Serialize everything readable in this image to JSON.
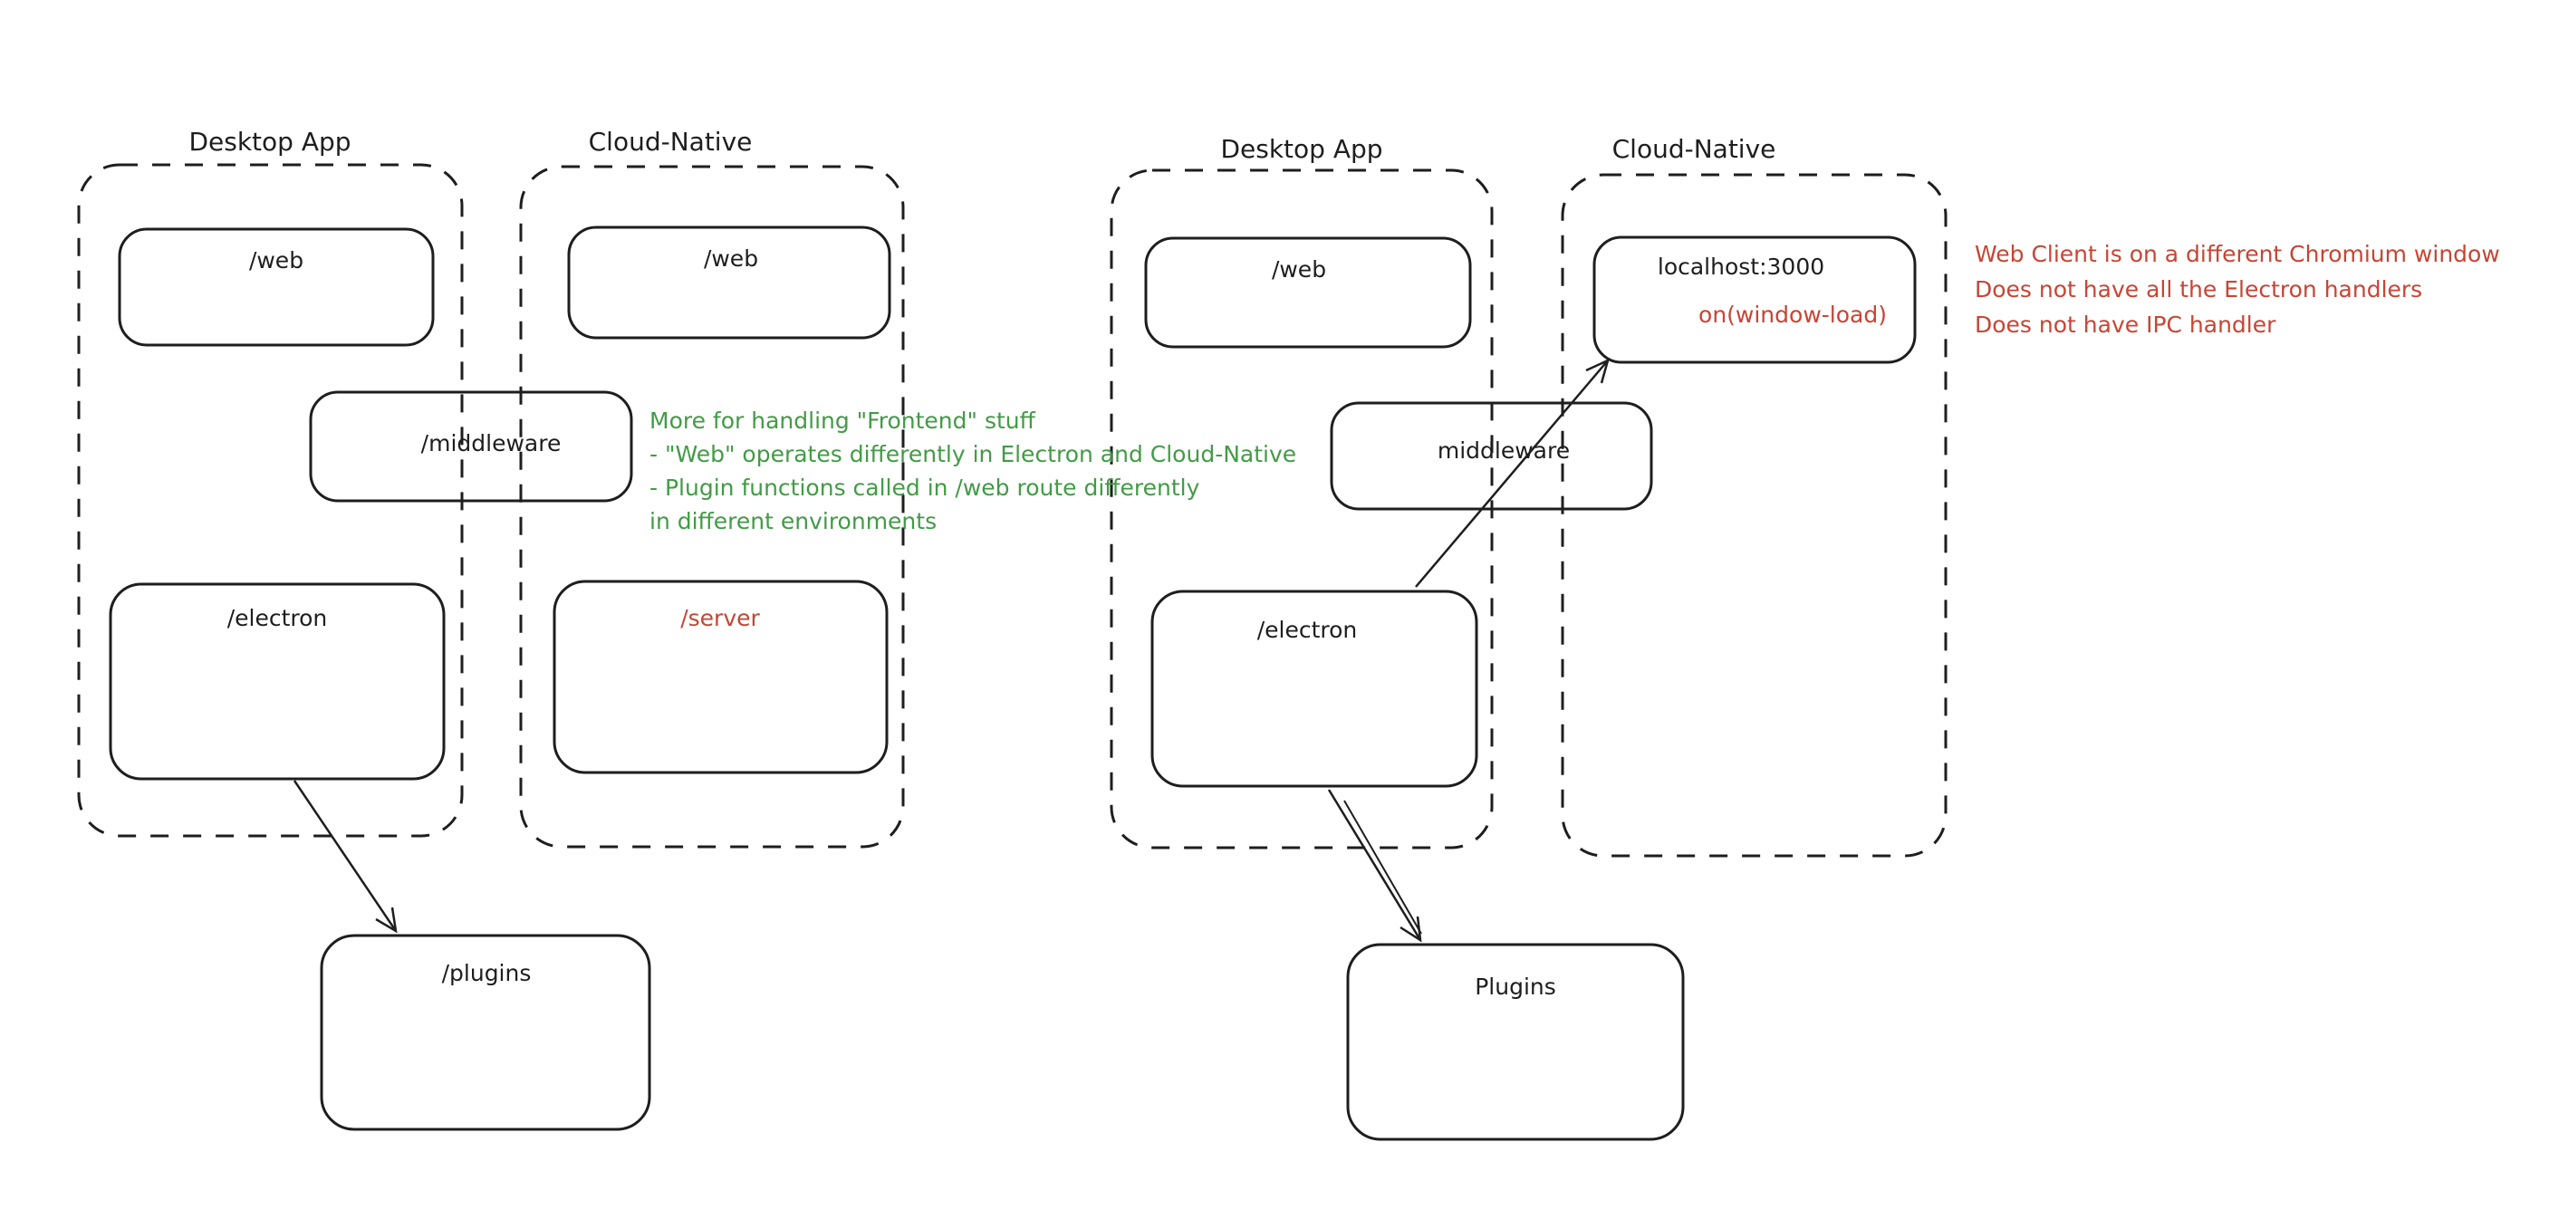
{
  "canvas": {
    "background": "#ffffff",
    "ink_color": "#1e1e1e",
    "green_color": "#429b46",
    "red_color": "#c94434"
  },
  "left": {
    "desktop": {
      "title": "Desktop App",
      "web": "/web",
      "electron": "/electron"
    },
    "cloud": {
      "title": "Cloud-Native",
      "web": "/web",
      "server": "/server"
    },
    "middleware": "/middleware",
    "plugins": "/plugins",
    "green_note": {
      "line1": "More for handling \"Frontend\" stuff",
      "line2": "- \"Web\" operates differently in Electron and Cloud-Native",
      "line3": "- Plugin functions called in /web route differently",
      "line4": "in different environments"
    }
  },
  "right": {
    "desktop": {
      "title": "Desktop App",
      "web": "/web",
      "electron": "/electron"
    },
    "cloud": {
      "title": "Cloud-Native",
      "localhost": "localhost:3000",
      "window_load": "on(window-load)"
    },
    "middleware": "middleware",
    "plugins": "Plugins",
    "red_note": {
      "line1": "Web Client is on a different Chromium window",
      "line2": "Does not have all the Electron handlers",
      "line3": "Does not have IPC handler"
    }
  }
}
